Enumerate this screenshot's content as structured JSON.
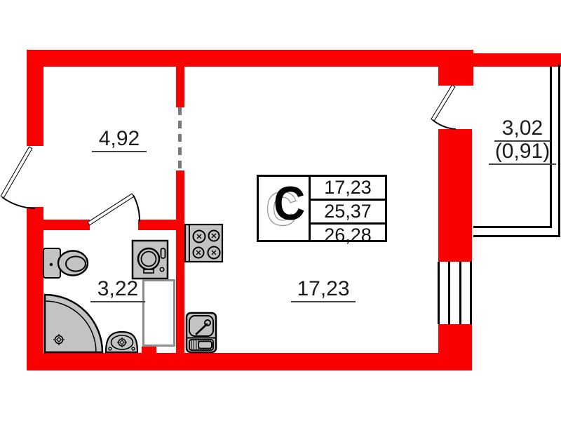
{
  "floor_plan": {
    "info_table": {
      "type_letter": "С",
      "values": [
        "17,23",
        "25,37",
        "26,28"
      ]
    },
    "rooms": {
      "hallway_area": "4,92",
      "bathroom_area": "3,22",
      "living_area": "17,23",
      "balcony_area": "3,02",
      "balcony_area_reduced": "(0,91)"
    },
    "colors": {
      "wall_red": "#fb0000",
      "fixture_gray": "#c3c3c3",
      "dash_gray": "#7a7a7a",
      "shaft_gray": "#8d8d8d"
    }
  }
}
